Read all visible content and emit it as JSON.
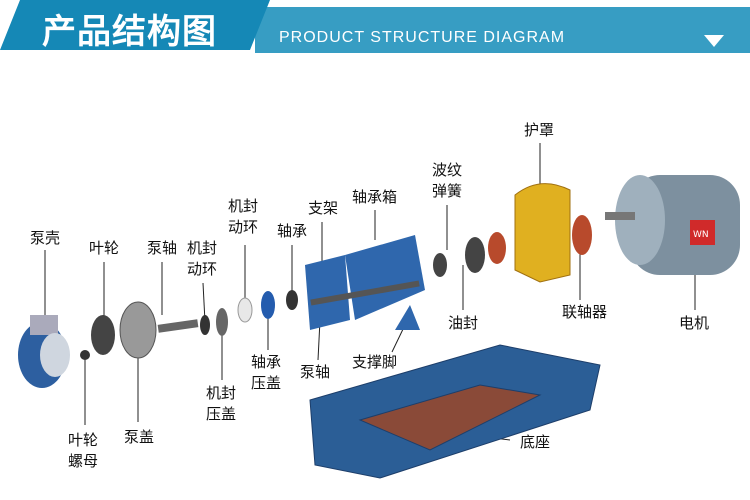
{
  "header": {
    "title": "产品结构图",
    "subtitle": "PRODUCT STRUCTURE DIAGRAM"
  },
  "labels": {
    "pump_casing": "泵壳",
    "impeller": "叶轮",
    "pump_shaft_top": "泵轴",
    "seal_ring_a": "机封\n动环",
    "seal_ring_b": "机封\n动环",
    "bearing": "轴承",
    "bracket": "支架",
    "bearing_box": "轴承箱",
    "bellows_spring": "波纹\n弹簧",
    "guard": "护罩",
    "coupling": "联轴器",
    "motor": "电机",
    "oil_seal": "油封",
    "support_foot": "支撑脚",
    "pump_shaft_bottom": "泵轴",
    "bearing_gland": "轴承\n压盖",
    "seal_gland": "机封\n压盖",
    "pump_cover": "泵盖",
    "impeller_nut": "叶轮\n螺母",
    "base": "底座"
  },
  "motor_badge": "WN"
}
